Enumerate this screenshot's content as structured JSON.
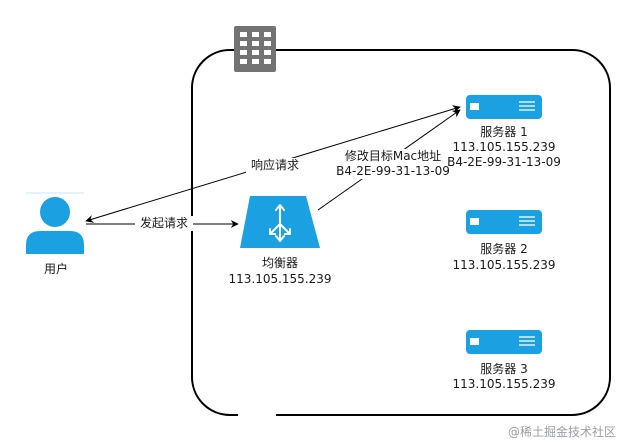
{
  "user": {
    "label": "用户"
  },
  "balancer": {
    "name": "均衡器",
    "ip": "113.105.155.239"
  },
  "servers": [
    {
      "name": "服务器 1",
      "ip": "113.105.155.239",
      "mac": "B4-2E-99-31-13-09"
    },
    {
      "name": "服务器 2",
      "ip": "113.105.155.239"
    },
    {
      "name": "服务器 3",
      "ip": "113.105.155.239"
    }
  ],
  "edges": {
    "send_request": "发起请求",
    "respond_request": "响应请求",
    "modify_mac_title": "修改目标Mac地址",
    "modify_mac_value": "B4-2E-99-31-13-09"
  },
  "watermark": "@稀土掘金技术社区",
  "colors": {
    "accent": "#1ba1e2",
    "stroke": "#000000",
    "icon_gray": "#737373"
  }
}
